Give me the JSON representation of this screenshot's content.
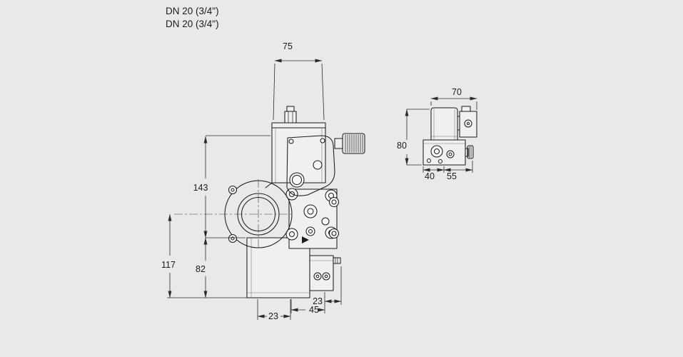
{
  "header": {
    "line1": "DN 20 (3/4\")",
    "line2": "DN 20 (3/4\")"
  },
  "main_view": {
    "dim_width_top": "75",
    "dim_height_upper": "143",
    "dim_height_total": "117",
    "dim_height_body": "82",
    "dim_bottom_left": "23",
    "dim_bottom_center": "45",
    "dim_bottom_right": "23"
  },
  "side_view": {
    "dim_width_top": "70",
    "dim_height": "80",
    "dim_bottom_left": "40",
    "dim_bottom_right": "55"
  },
  "colors": {
    "background": "#e9e9e9",
    "outline": "#1c1c1c",
    "dimension": "#2b2b2b"
  }
}
